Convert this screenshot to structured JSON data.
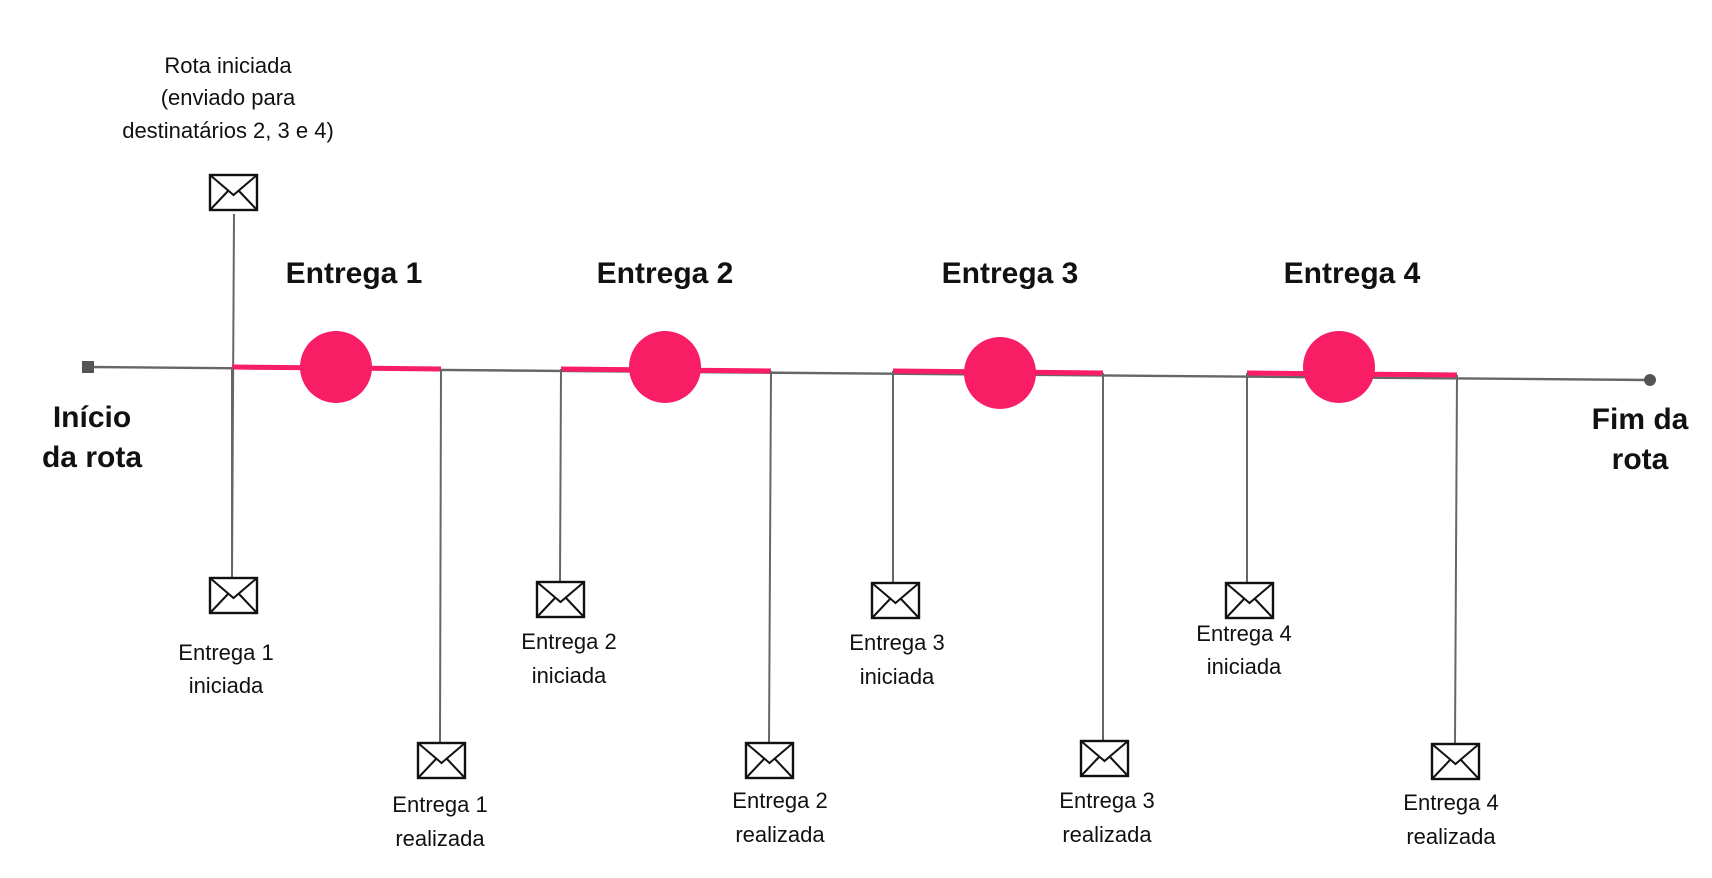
{
  "diagram": {
    "title": "Route delivery notification timeline",
    "colors": {
      "accent": "#F81D64",
      "line": "#666666",
      "text": "#111111",
      "background": "#FFFFFF"
    },
    "route": {
      "start_label_line1": "Início",
      "start_label_line2": "da rota",
      "end_label_line1": "Fim da",
      "end_label_line2": "rota"
    },
    "route_started": {
      "label_line1": "Rota iniciada",
      "label_line2": "(enviado para",
      "label_line3": "destinatários 2, 3 e 4)",
      "icon": "envelope-icon"
    },
    "deliveries": [
      {
        "title": "Entrega 1",
        "started_line1": "Entrega 1",
        "started_line2": "iniciada",
        "done_line1": "Entrega 1",
        "done_line2": "realizada"
      },
      {
        "title": "Entrega 2",
        "started_line1": "Entrega 2",
        "started_line2": "iniciada",
        "done_line1": "Entrega 2",
        "done_line2": "realizada"
      },
      {
        "title": "Entrega 3",
        "started_line1": "Entrega 3",
        "started_line2": "iniciada",
        "done_line1": "Entrega 3",
        "done_line2": "realizada"
      },
      {
        "title": "Entrega 4",
        "started_line1": "Entrega 4",
        "started_line2": "iniciada",
        "done_line1": "Entrega 4",
        "done_line2": "realizada"
      }
    ]
  }
}
